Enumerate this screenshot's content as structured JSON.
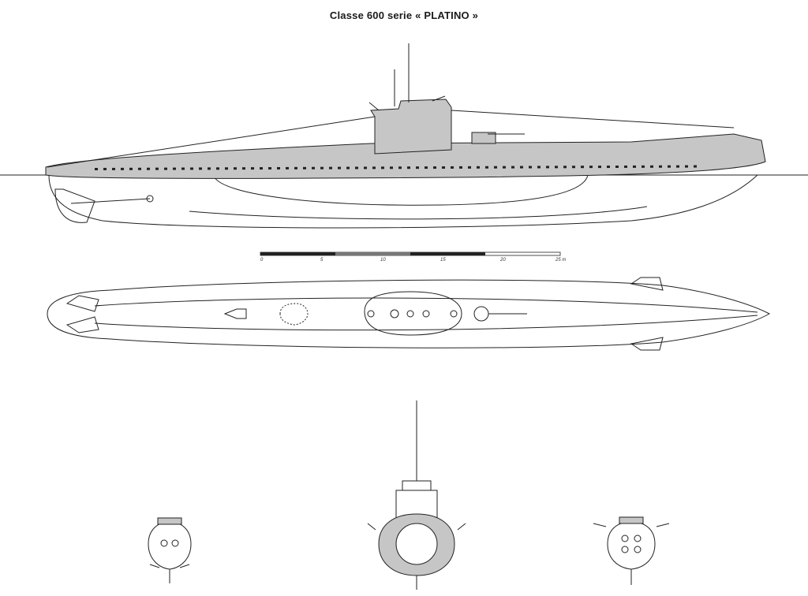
{
  "title": "Classe 600 serie « PLATINO »",
  "scale_bar": {
    "ticks": [
      "0",
      "5",
      "10",
      "15",
      "20",
      "25 m"
    ]
  },
  "views": {
    "profile": "side-elevation-view",
    "plan": "plan-view",
    "sections": [
      "bow-section-view",
      "midship-section-view",
      "stern-section-view"
    ]
  },
  "colors": {
    "grey": "#c6c6c6",
    "ink": "#222222"
  }
}
